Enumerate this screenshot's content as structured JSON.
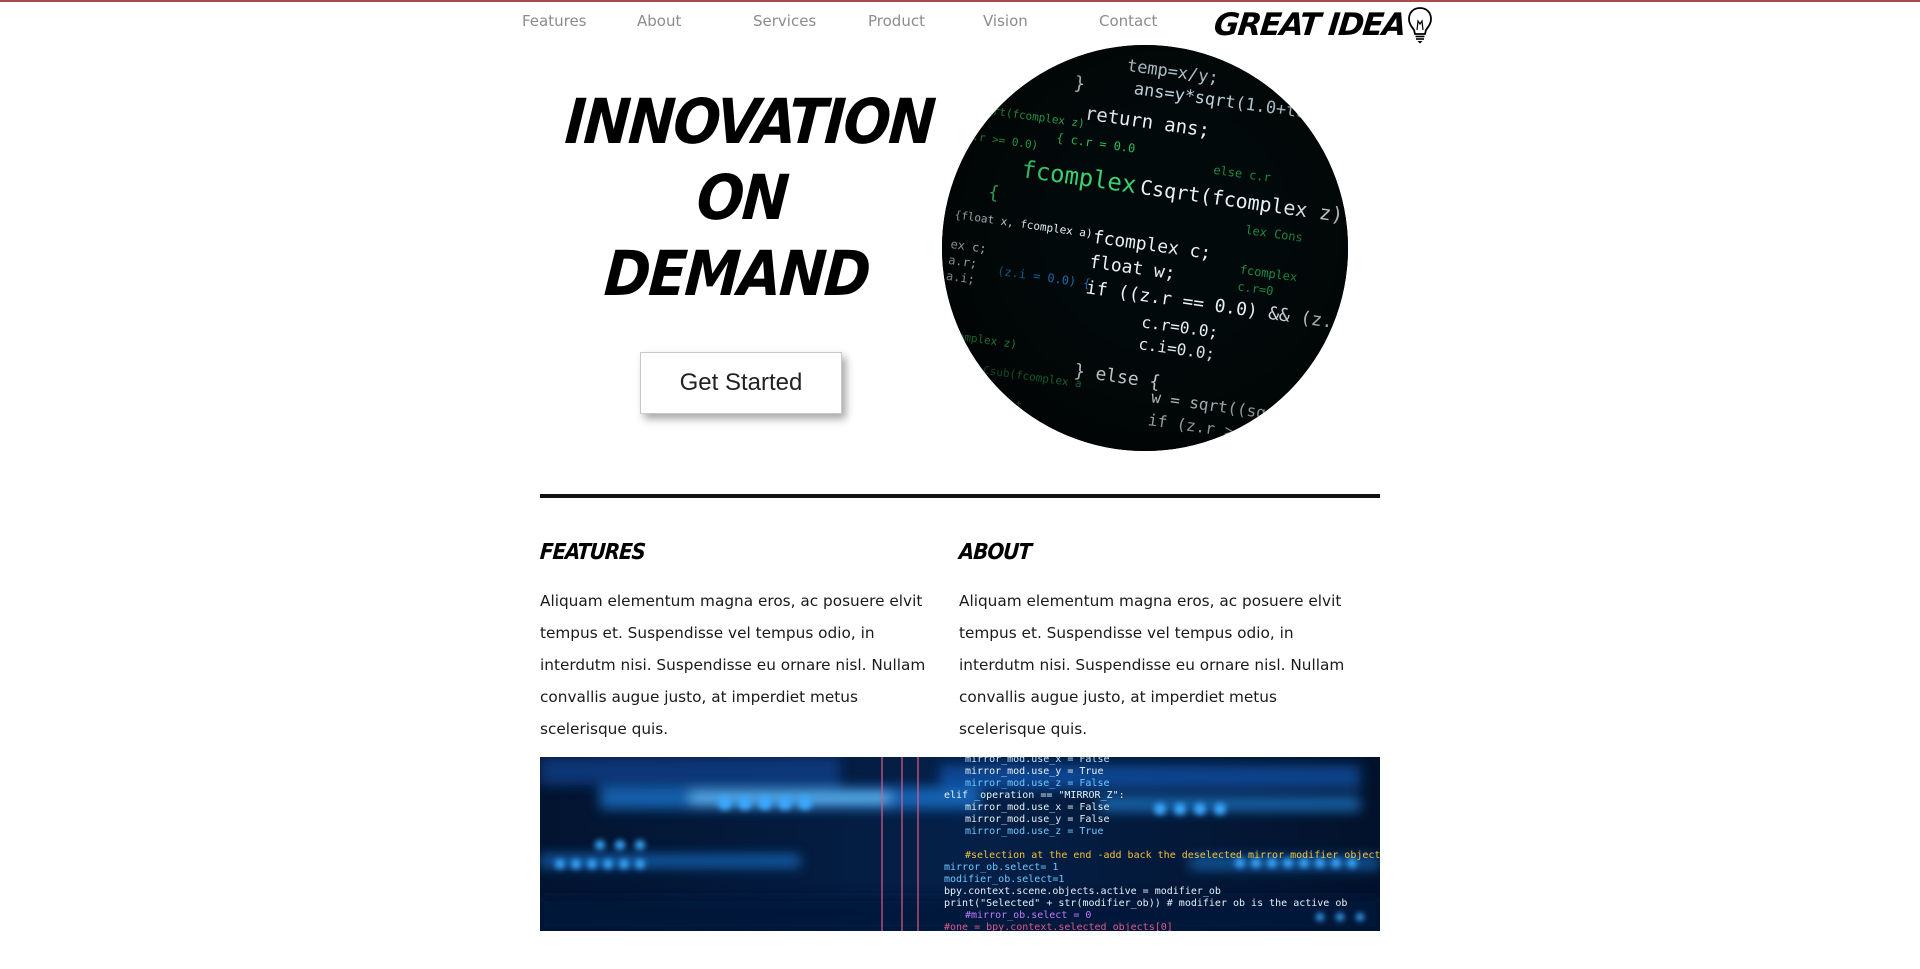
{
  "nav": {
    "items": [
      "Features",
      "About",
      "Services",
      "Product",
      "Vision",
      "Contact"
    ]
  },
  "brand": {
    "name": "GREAT IDEA",
    "icon": "lightbulb-icon"
  },
  "hero": {
    "title_lines": [
      "INNOVATION",
      "ON",
      "DEMAND"
    ],
    "cta_label": "Get Started",
    "image": "code-closeup-circle"
  },
  "sections": [
    {
      "heading": "FEATURES",
      "body": "Aliquam elementum magna eros, ac posuere elvit tempus et. Suspendisse vel tempus odio, in interdutm nisi. Suspendisse eu ornare nisl. Nullam convallis augue justo, at imperdiet metus scelerisque quis."
    },
    {
      "heading": "ABOUT",
      "body": "Aliquam elementum magna eros, ac posuere elvit tempus et. Suspendisse vel tempus odio, in interdutm nisi. Suspendisse eu ornare nisl. Nullam convallis augue justo, at imperdiet metus scelerisque quis."
    }
  ],
  "banner": {
    "image": "code-banner-blue"
  },
  "colors": {
    "top_line": "#a84a4a",
    "nav_text": "#8c8c8c",
    "code_green": "#3bd16f",
    "code_blue": "#2aa8ff",
    "code_white": "#e6f0f5"
  }
}
